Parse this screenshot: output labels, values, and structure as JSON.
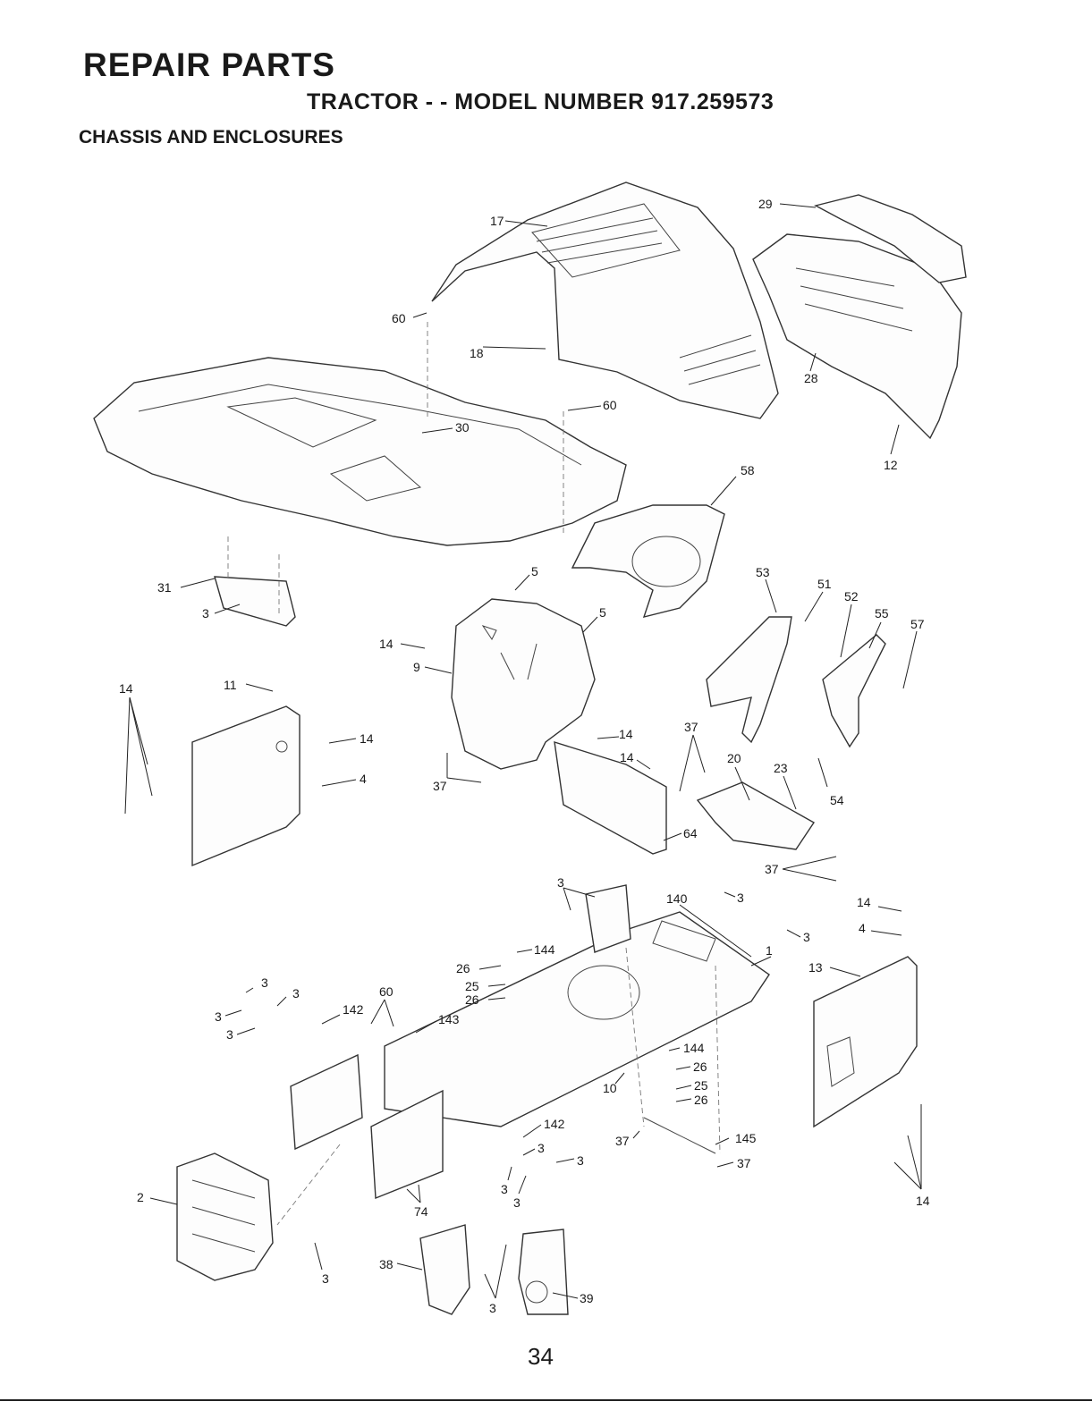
{
  "header": {
    "title": "REPAIR PARTS",
    "subtitle": "TRACTOR - - MODEL NUMBER 917.259573",
    "section": "CHASSIS AND ENCLOSURES"
  },
  "callouts": [
    "17",
    "29",
    "60",
    "18",
    "60",
    "30",
    "28",
    "12",
    "58",
    "31",
    "3",
    "5",
    "5",
    "53",
    "51",
    "52",
    "55",
    "57",
    "14",
    "9",
    "11",
    "14",
    "14",
    "4",
    "14",
    "37",
    "37",
    "14",
    "20",
    "23",
    "54",
    "64",
    "37",
    "3",
    "140",
    "3",
    "14",
    "4",
    "3",
    "1",
    "13",
    "144",
    "26",
    "25",
    "26",
    "3",
    "3",
    "142",
    "60",
    "143",
    "3",
    "3",
    "144",
    "26",
    "25",
    "26",
    "10",
    "142",
    "3",
    "3",
    "3",
    "3",
    "145",
    "37",
    "37",
    "74",
    "2",
    "3",
    "38",
    "39",
    "3",
    "14"
  ],
  "footer": {
    "page_number": "34"
  }
}
